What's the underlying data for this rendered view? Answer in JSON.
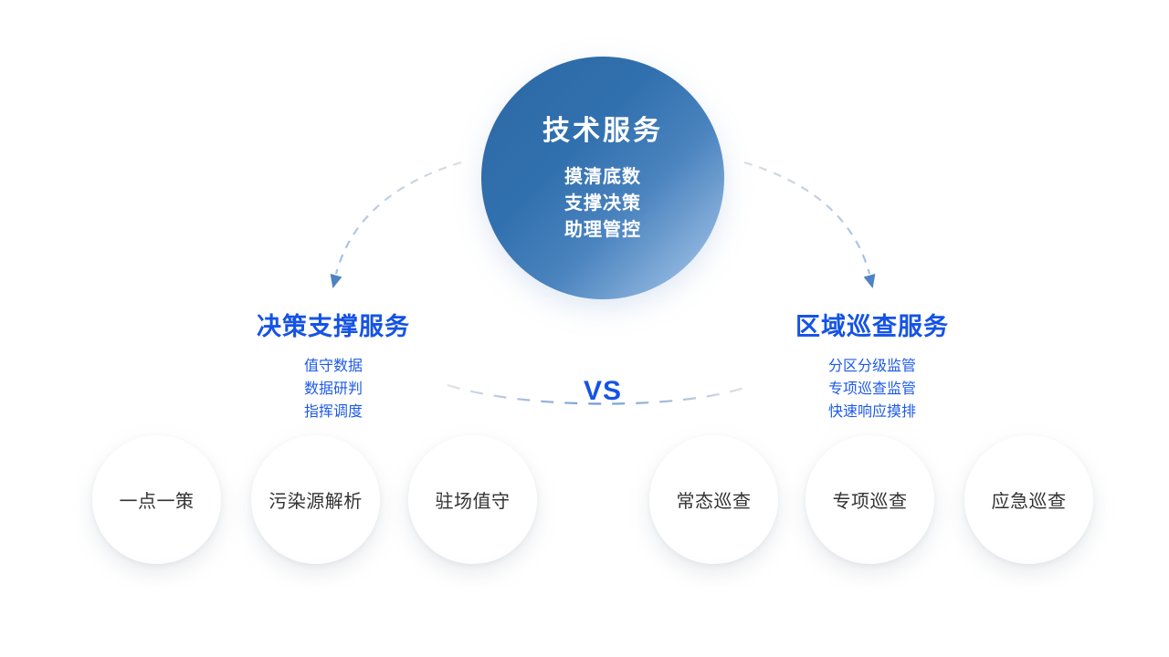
{
  "diagram": {
    "center": {
      "title": "技术服务",
      "items": [
        "摸清底数",
        "支撑决策",
        "助理管控"
      ]
    },
    "left_branch": {
      "title": "决策支撑服务",
      "items": [
        "值守数据",
        "数据研判",
        "指挥调度"
      ]
    },
    "right_branch": {
      "title": "区域巡查服务",
      "items": [
        "分区分级监管",
        "专项巡查监管",
        "快速响应摸排"
      ]
    },
    "versus_label": "VS",
    "bottom_circles": [
      "一点一策",
      "污染源解析",
      "驻场值守",
      "常态巡查",
      "专项巡查",
      "应急巡查"
    ],
    "colors": {
      "accent_blue_text": "#1553e6",
      "circle_gradient_start": "#2c67a5",
      "circle_gradient_end": "#cfe0f2",
      "arrowhead": "#4d82c3",
      "dash_gray": "#d9dade",
      "dash_blue": "#6d9bd8",
      "bubble_text": "#333333"
    }
  }
}
